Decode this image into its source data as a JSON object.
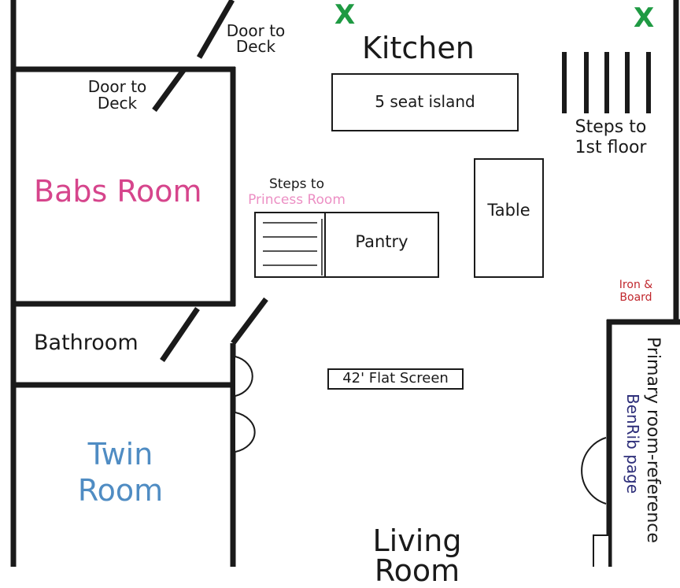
{
  "colors": {
    "wall": "#1a1a1a",
    "babs_room": "#d6458c",
    "twin_room": "#4f8cc3",
    "princess": "#ec8fc4",
    "iron": "#c0272d",
    "benrib": "#2e2f7a",
    "x_mark": "#1f9a43"
  },
  "labels": {
    "kitchen": "Kitchen",
    "island": "5 seat island",
    "steps_first_floor_1": "Steps to",
    "steps_first_floor_2": "1st floor",
    "door_deck_top_1": "Door to",
    "door_deck_top_2": "Deck",
    "door_deck_left_1": "Door to",
    "door_deck_left_2": "Deck",
    "babs_room": "Babs Room",
    "steps_princess_1": "Steps to",
    "steps_princess_2": "Princess Room",
    "pantry": "Pantry",
    "table": "Table",
    "iron_1": "Iron &",
    "iron_2": "Board",
    "bathroom": "Bathroom",
    "flat_screen": "42' Flat Screen",
    "twin_room_1": "Twin",
    "twin_room_2": "Room",
    "living_room_1": "Living",
    "living_room_2": "Room",
    "primary_room": "Primary room-reference",
    "benrib": "BenRib page",
    "x_left": "X",
    "x_right": "X"
  }
}
